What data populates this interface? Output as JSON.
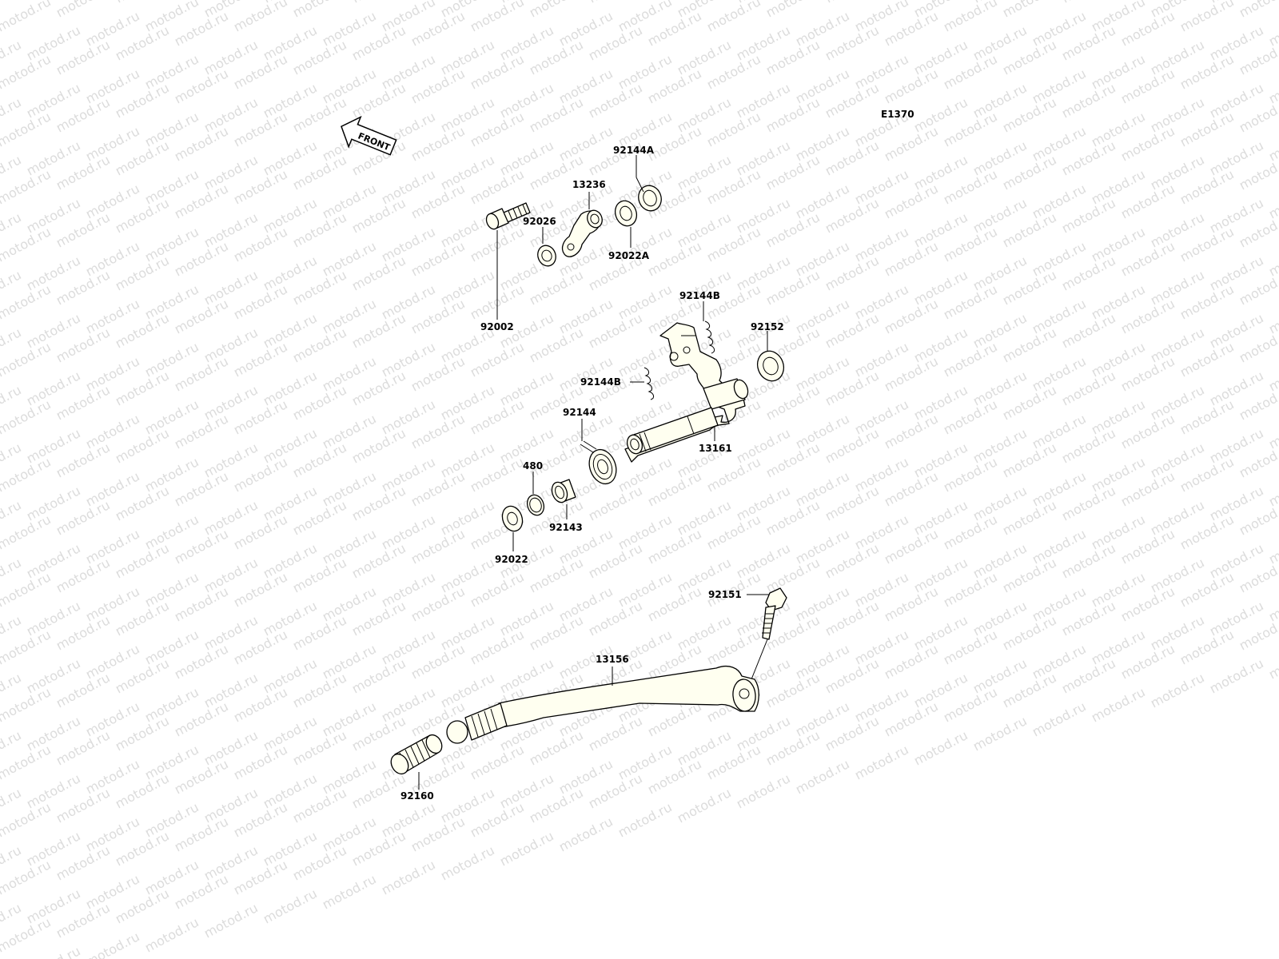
{
  "diagram_code": "E1370",
  "front_label": "FRONT",
  "watermark": "motod.ru",
  "parts": {
    "p92144A": "92144A",
    "p13236": "13236",
    "p92026": "92026",
    "p92022A": "92022A",
    "p92002": "92002",
    "p92144B_top": "92144B",
    "p92152": "92152",
    "p92144B_mid": "92144B",
    "p92144": "92144",
    "p13161": "13161",
    "p480": "480",
    "p92143": "92143",
    "p92022": "92022",
    "p92151": "92151",
    "p13156": "13156",
    "p92160": "92160"
  }
}
